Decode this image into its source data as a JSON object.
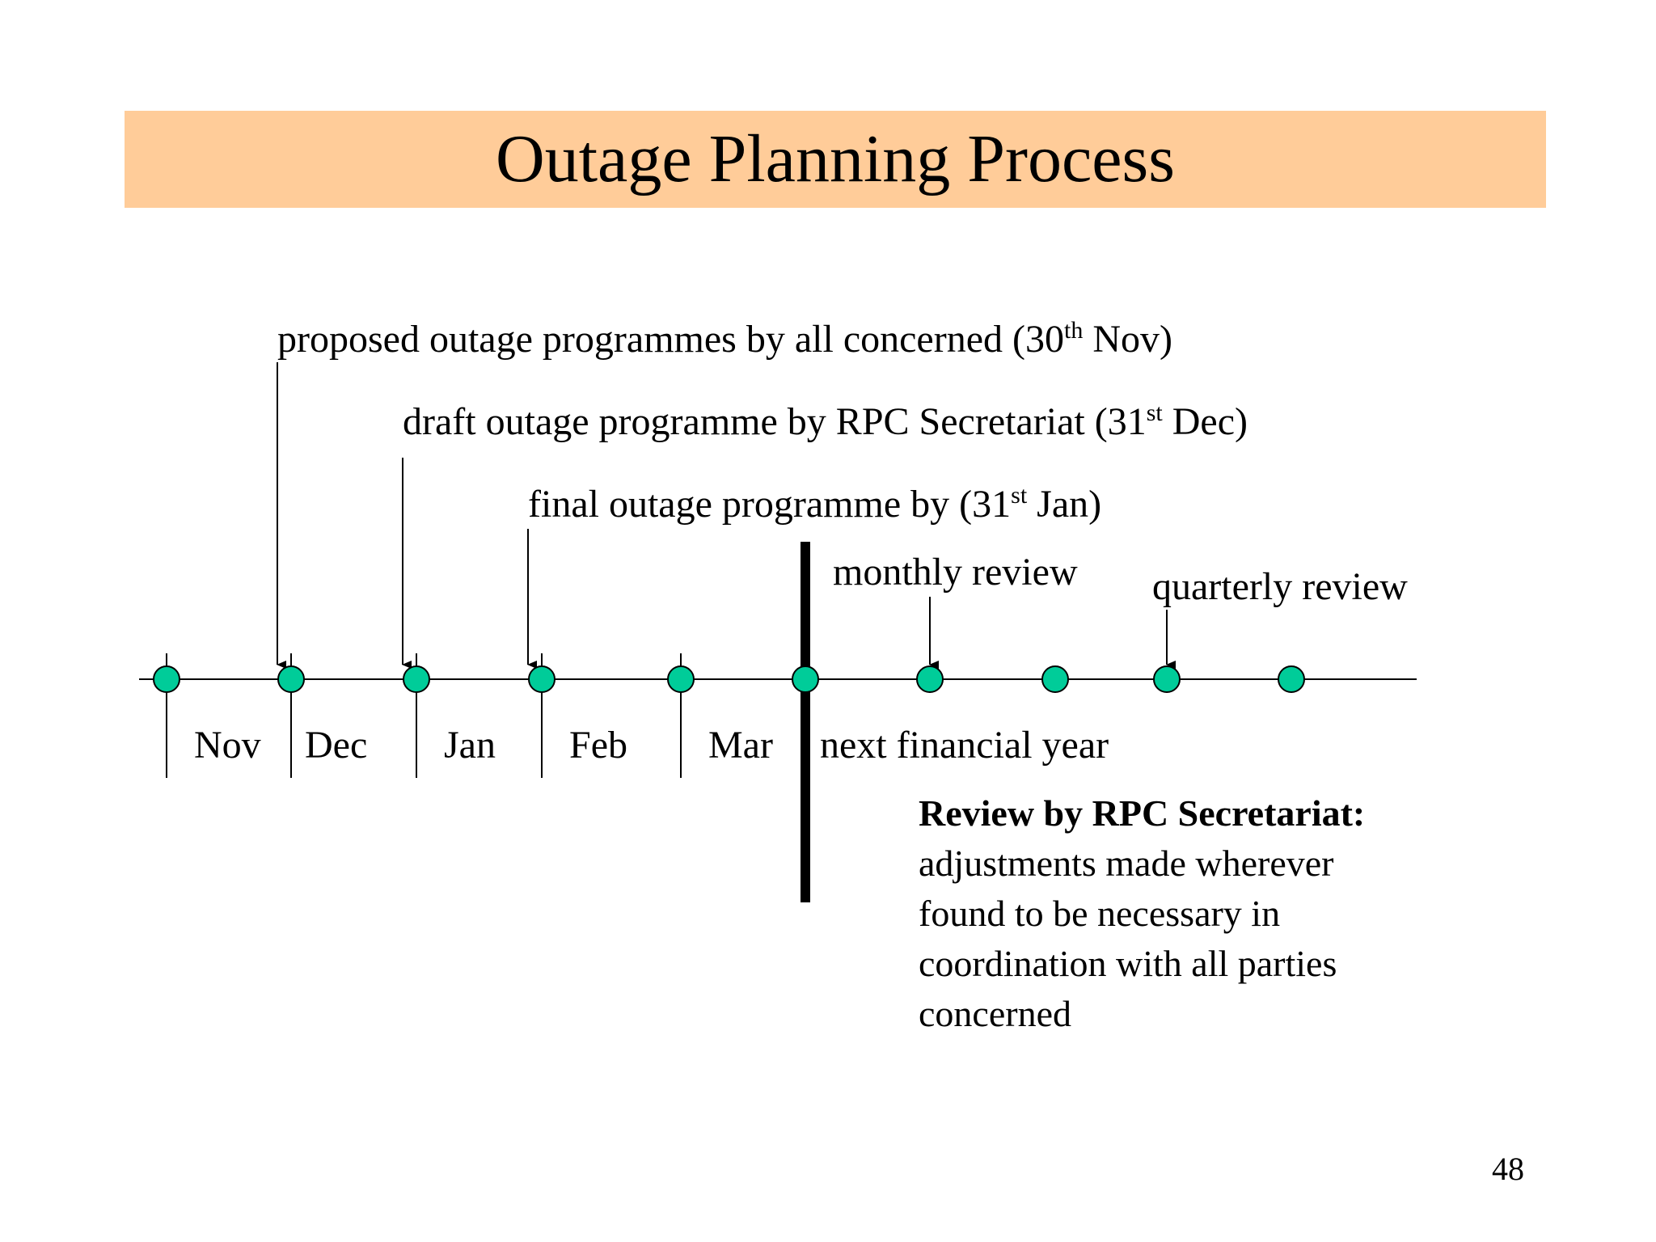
{
  "title": "Outage Planning Process",
  "annotations": {
    "proposed": {
      "text": "proposed outage programmes by all concerned (30",
      "sup": "th",
      "tail": " Nov)"
    },
    "draft": {
      "text": "draft outage programme by RPC Secretariat (31",
      "sup": "st",
      "tail": " Dec)"
    },
    "final": {
      "text": "final outage programme by  (31",
      "sup": "st",
      "tail": " Jan)"
    },
    "monthly": "monthly review",
    "quarterly": "quarterly review"
  },
  "months": [
    "Nov",
    "Dec",
    "Jan",
    "Feb",
    "Mar"
  ],
  "next_year_label": "next financial year",
  "review_box": {
    "heading": "Review by RPC Secretariat:",
    "lines": [
      "adjustments made wherever",
      "found to be necessary in",
      "coordination with all parties",
      "concerned"
    ]
  },
  "page_number": "48",
  "colors": {
    "banner": "#FFCC99",
    "node": "#00CC99",
    "line": "#000000"
  }
}
